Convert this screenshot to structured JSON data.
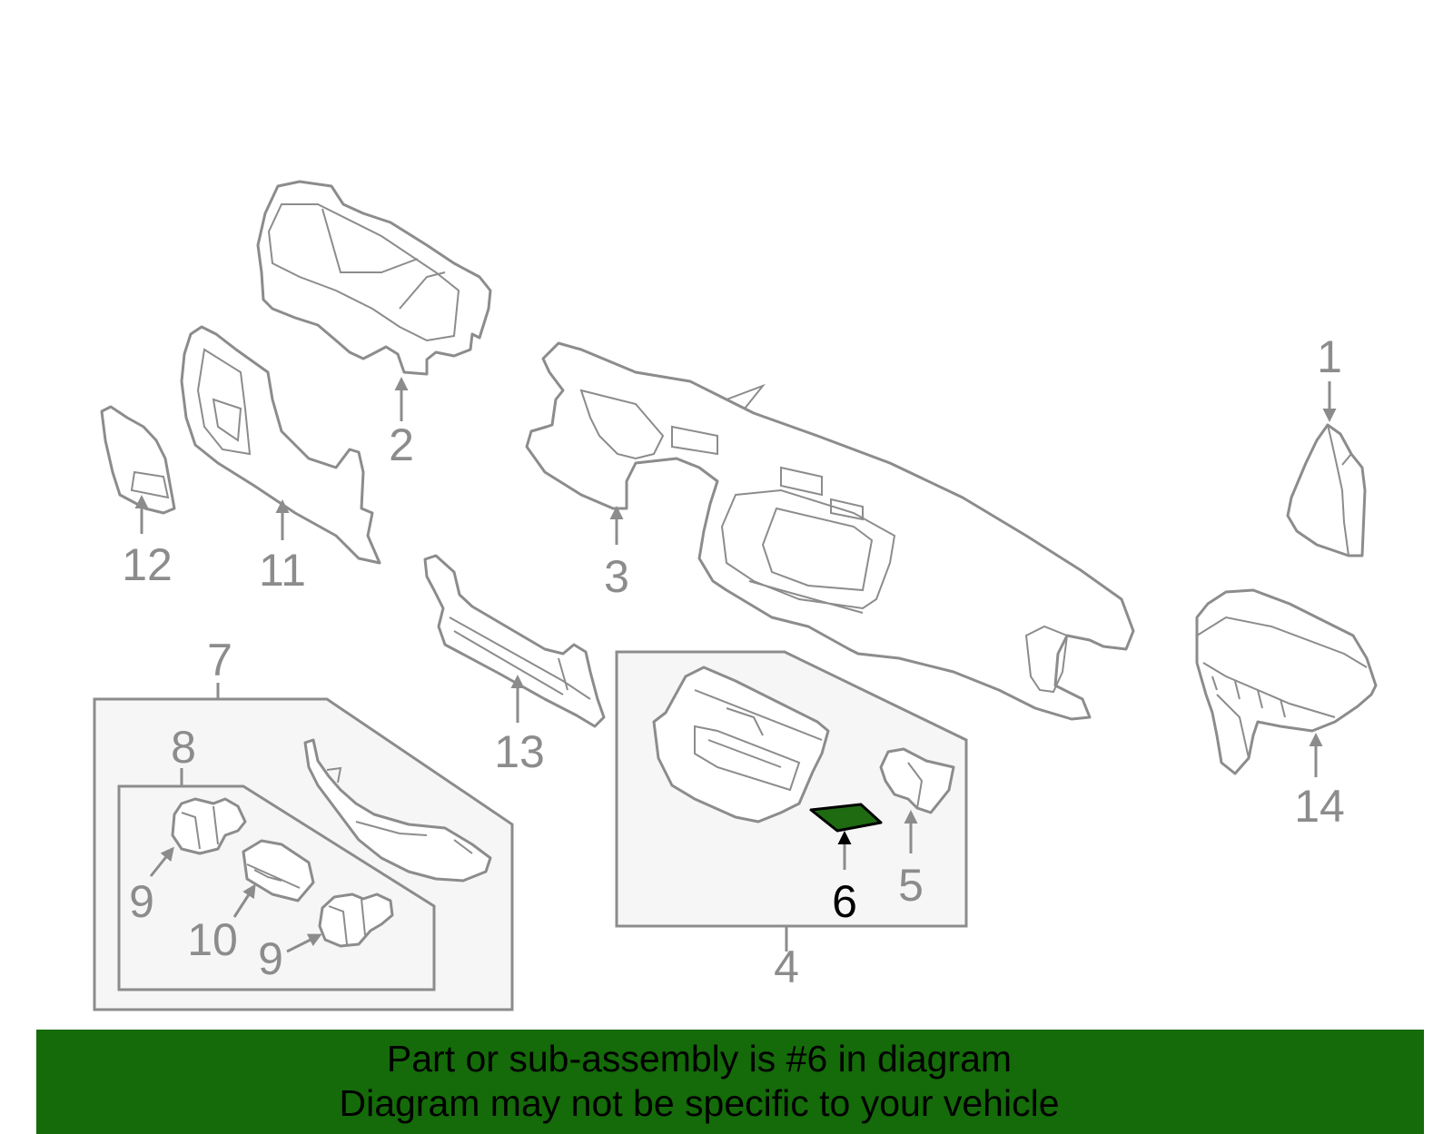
{
  "diagram": {
    "highlight_color": "#1e6b12",
    "line_color": "#8c8c8c",
    "callouts": [
      {
        "id": "1",
        "label": "1"
      },
      {
        "id": "2",
        "label": "2"
      },
      {
        "id": "3",
        "label": "3"
      },
      {
        "id": "4",
        "label": "4"
      },
      {
        "id": "5",
        "label": "5"
      },
      {
        "id": "6",
        "label": "6",
        "highlighted": true
      },
      {
        "id": "7",
        "label": "7"
      },
      {
        "id": "8",
        "label": "8"
      },
      {
        "id": "9a",
        "label": "9"
      },
      {
        "id": "9b",
        "label": "9"
      },
      {
        "id": "10",
        "label": "10"
      },
      {
        "id": "11",
        "label": "11"
      },
      {
        "id": "12",
        "label": "12"
      },
      {
        "id": "13",
        "label": "13"
      },
      {
        "id": "14",
        "label": "14"
      }
    ]
  },
  "banner": {
    "background": "#156a0a",
    "line1": "Part or sub-assembly is #6 in diagram",
    "line2": "Diagram may not be specific to your vehicle"
  }
}
